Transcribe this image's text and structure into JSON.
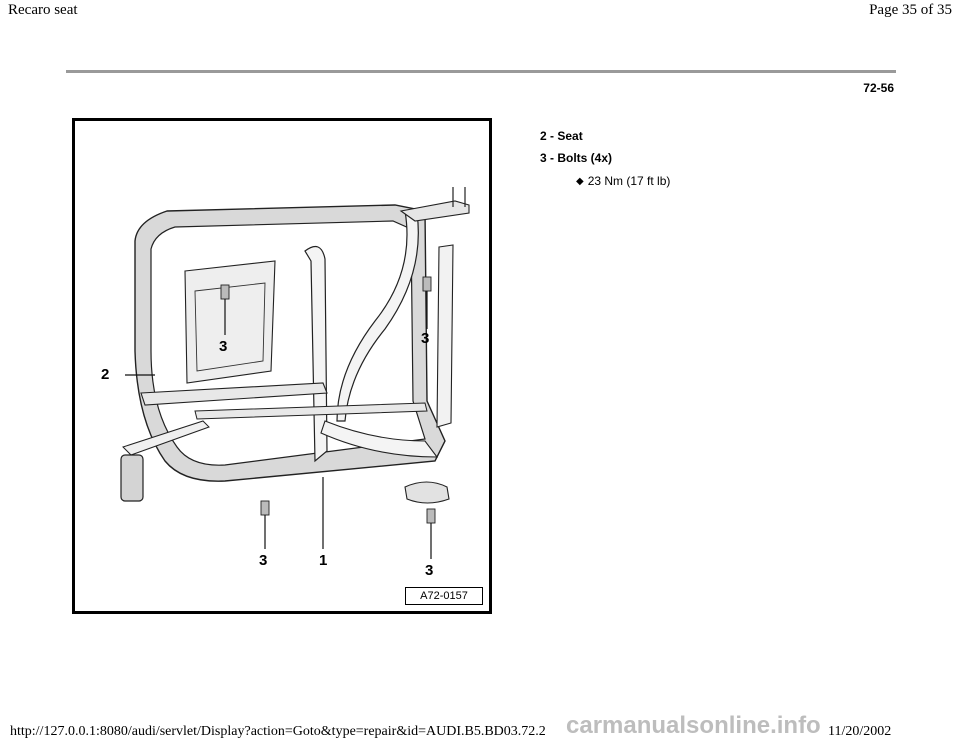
{
  "header": {
    "title": "Recaro seat",
    "page": "Page 35 of 35"
  },
  "document": {
    "ref_code": "72-56",
    "figure_code": "A72-0157",
    "callouts": [
      "1",
      "2",
      "3",
      "3",
      "3",
      "3"
    ],
    "legend": [
      {
        "label": "2 - Seat"
      },
      {
        "label": "3 - Bolts (4x)",
        "sub": "23 Nm (17 ft lb)"
      }
    ]
  },
  "footer": {
    "url": "http://127.0.0.1:8080/audi/servlet/Display?action=Goto&type=repair&id=AUDI.B5.BD03.72.2",
    "date": "11/20/2002",
    "watermark": "carmanualsonline.info"
  }
}
